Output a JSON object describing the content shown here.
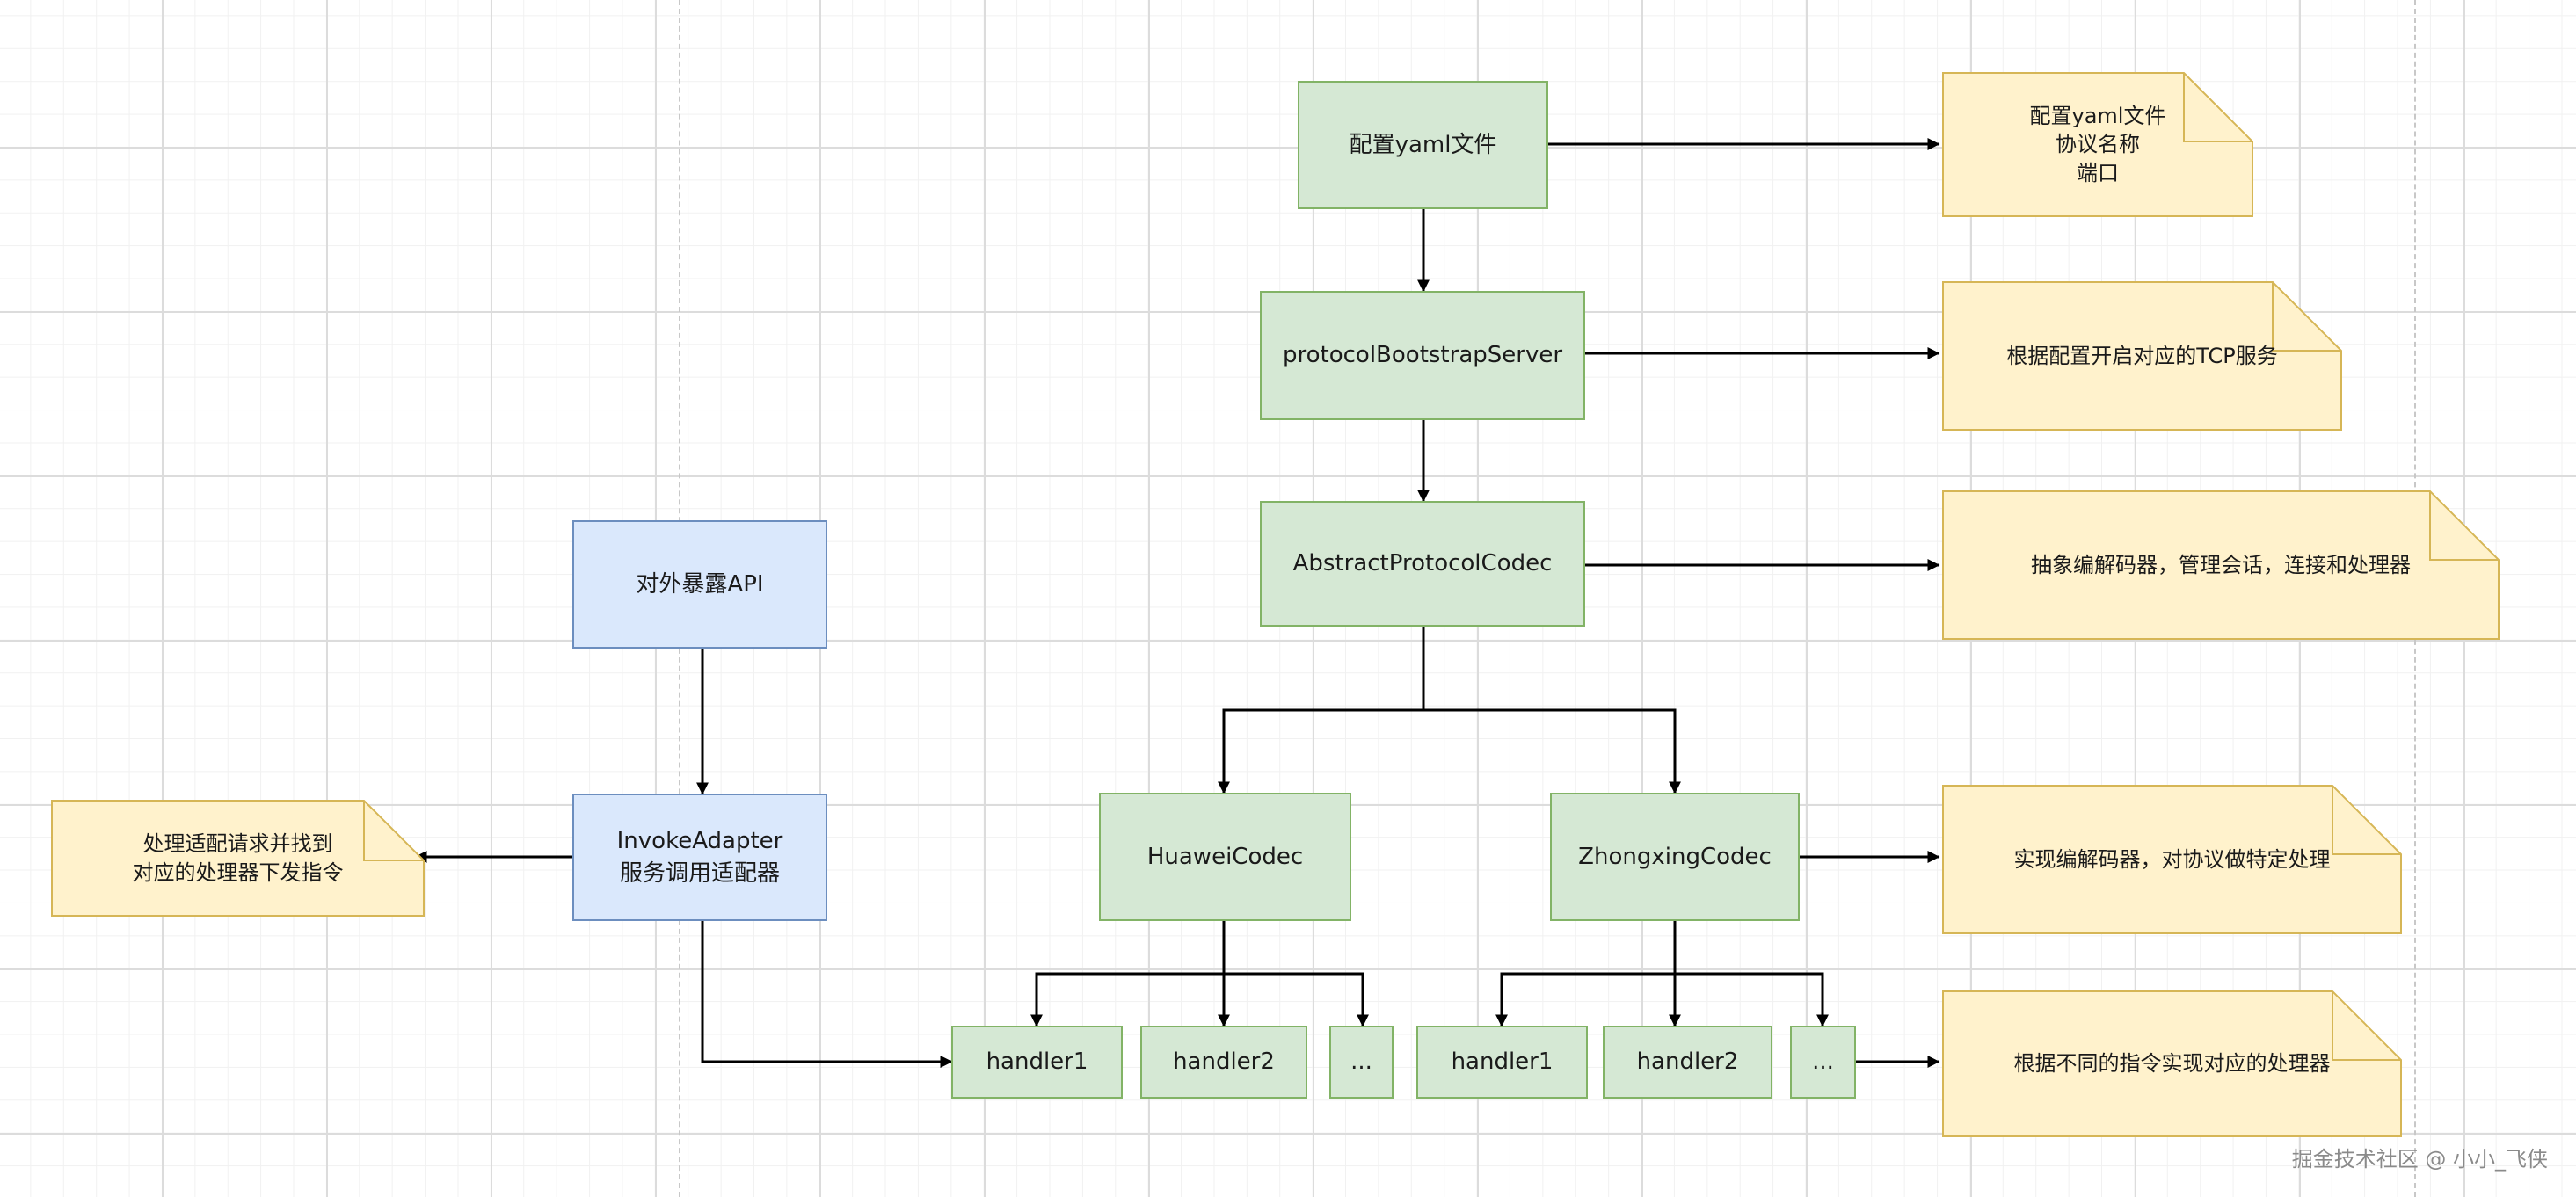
{
  "nodes": {
    "config_yaml": "配置yaml文件",
    "bootstrap_server": "protocolBootstrapServer",
    "abstract_codec": "AbstractProtocolCodec",
    "huawei_codec": "HuaweiCodec",
    "zhongxing_codec": "ZhongxingCodec",
    "external_api": "对外暴露API",
    "invoke_adapter": "InvokeAdapter\n服务调用适配器",
    "handlers_left": [
      "handler1",
      "handler2",
      "..."
    ],
    "handlers_right": [
      "handler1",
      "handler2",
      "..."
    ]
  },
  "notes": {
    "config_yaml": "配置yaml文件\n协议名称\n端口",
    "bootstrap_server": "根据配置开启对应的TCP服务",
    "abstract_codec": "抽象编解码器，管理会话，连接和处理器",
    "codecs": "实现编解码器，对协议做特定处理",
    "handlers": "根据不同的指令实现对应的处理器",
    "invoke_adapter": "处理适配请求并找到\n对应的处理器下发指令"
  },
  "watermark": "掘金技术社区 @ 小小_飞侠",
  "colors": {
    "process_fill": "#d5e8d4",
    "process_stroke": "#82b366",
    "api_fill": "#dae8fc",
    "api_stroke": "#6c8ebf",
    "note_fill": "#fff2cc",
    "note_stroke": "#d6b656"
  }
}
